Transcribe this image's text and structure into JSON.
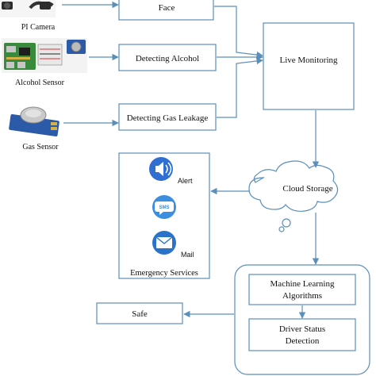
{
  "colors": {
    "line": "#5b8fb9",
    "alert_icon": "#2f6fd1",
    "sms_icon": "#3b8ee0",
    "mail_icon": "#2a73c9",
    "gas_sensor": "#2b5aa8"
  },
  "sensors": {
    "pi_camera_label": "PI Camera",
    "alcohol_sensor_label": "Alcohol Sensor",
    "gas_sensor_label": "Gas Sensor"
  },
  "process": {
    "face": "Face",
    "alcohol": "Detecting Alcohol",
    "gas": "Detecting Gas Leakage",
    "live": "Live Monitoring",
    "cloud": "Cloud Storage",
    "ml_line1": "Machine Learning",
    "ml_line2": "Algorithms",
    "status_line1": "Driver Status",
    "status_line2": "Detection",
    "safe": "Safe"
  },
  "emergency": {
    "alert": "Alert",
    "sms": "SMS",
    "mail": "Mail",
    "title": "Emergency Services"
  }
}
